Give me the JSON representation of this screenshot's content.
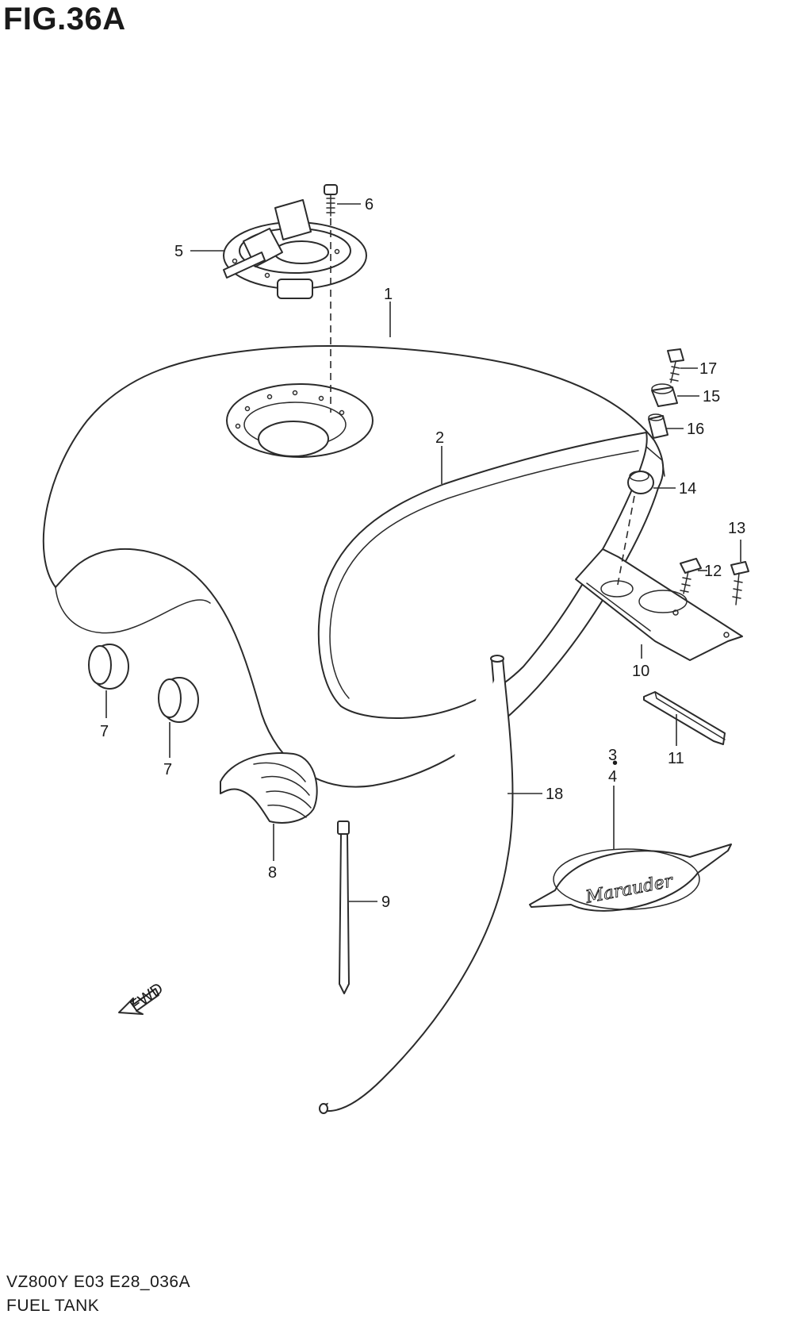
{
  "figure": {
    "title": "FIG.36A",
    "code": "VZ800Y E03 E28_036A",
    "name": "FUEL TANK",
    "fwd_label": "FWD"
  },
  "callouts": {
    "c1": "1",
    "c2": "2",
    "c3": "3",
    "c4": "4",
    "c5": "5",
    "c6": "6",
    "c7a": "7",
    "c7b": "7",
    "c8": "8",
    "c9": "9",
    "c10": "10",
    "c11": "11",
    "c12": "12",
    "c13": "13",
    "c14": "14",
    "c15": "15",
    "c16": "16",
    "c17": "17",
    "c18": "18"
  },
  "emblem_text": "Marauder"
}
